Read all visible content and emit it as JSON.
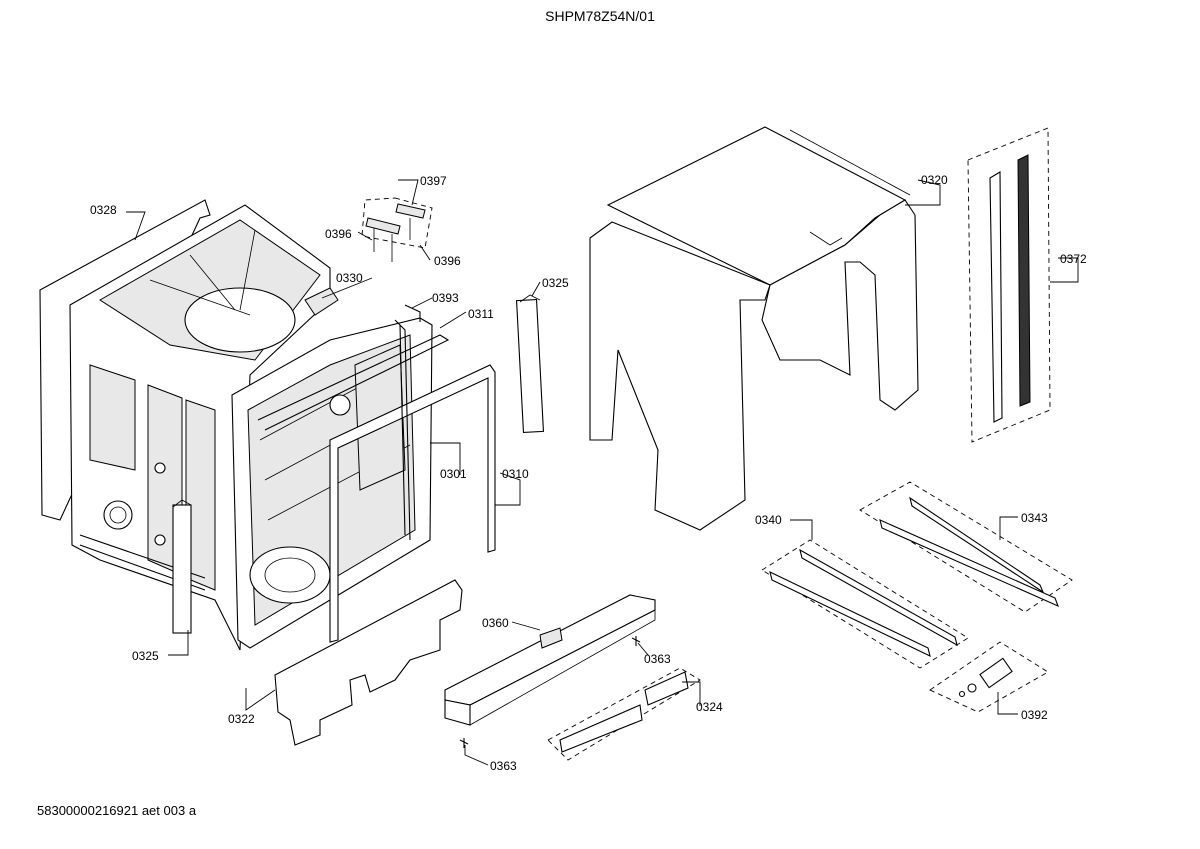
{
  "header": {
    "title": "SHPM78Z54N/01"
  },
  "footer": {
    "code": "58300000216921 aet 003 a"
  },
  "callouts": {
    "c0328": "0328",
    "c0397": "0397",
    "c0396a": "0396",
    "c0396b": "0396",
    "c0330": "0330",
    "c0393": "0393",
    "c0311": "0311",
    "c0325a": "0325",
    "c0320": "0320",
    "c0372": "0372",
    "c0301": "0301",
    "c0310": "0310",
    "c0325b": "0325",
    "c0322": "0322",
    "c0360": "0360",
    "c0363a": "0363",
    "c0324": "0324",
    "c0363b": "0363",
    "c0340": "0340",
    "c0343": "0343",
    "c0392": "0392"
  }
}
